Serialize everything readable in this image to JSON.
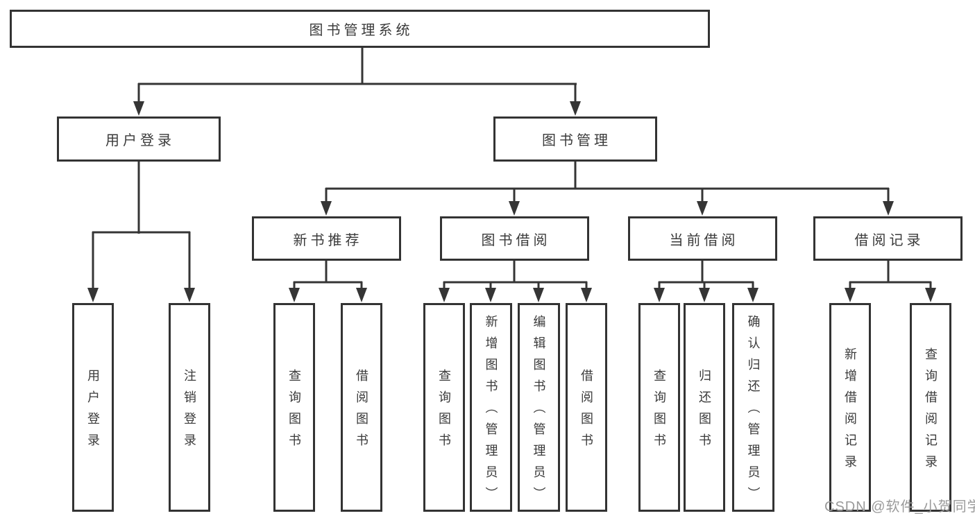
{
  "title": {
    "label": "图书管理系统"
  },
  "level2": [
    {
      "label": "用户登录"
    },
    {
      "label": "图书管理"
    }
  ],
  "level3": [
    {
      "label": "新书推荐"
    },
    {
      "label": "图书借阅"
    },
    {
      "label": "当前借阅"
    },
    {
      "label": "借阅记录"
    }
  ],
  "leaves": [
    {
      "label": "用户登录"
    },
    {
      "label": "注销登录"
    },
    {
      "label": "查询图书"
    },
    {
      "label": "借阅图书"
    },
    {
      "label": "查询图书"
    },
    {
      "label": "新增图书（管理员）"
    },
    {
      "label": "编辑图书（管理员）"
    },
    {
      "label": "借阅图书"
    },
    {
      "label": "查询图书"
    },
    {
      "label": "归还图书"
    },
    {
      "label": "确认归还（管理员）"
    },
    {
      "label": "新增借阅记录"
    },
    {
      "label": "查询借阅记录"
    }
  ],
  "watermark": "CSDN @软件_小贺同学",
  "colors": {
    "line": "#353535",
    "text": "#3a3a3a",
    "background": "#ffffff",
    "watermark": "#9a9a9a"
  }
}
